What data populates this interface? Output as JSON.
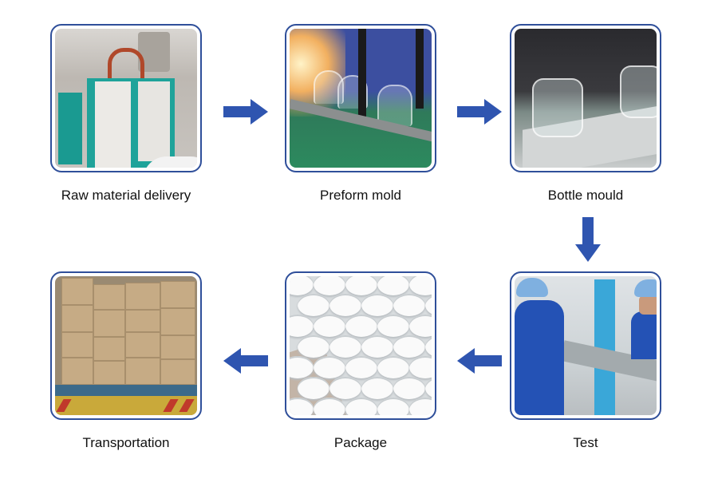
{
  "diagram": {
    "title": "",
    "flow_direction": "clockwise",
    "arrow_color": "#2f55b0",
    "frame_border_color": "#2f4f9a",
    "steps": [
      {
        "order": 1,
        "label": "Raw material delivery",
        "image": "drying and conveying machines"
      },
      {
        "order": 2,
        "label": "Preform mold",
        "image": "preforms on conveyor with heaters"
      },
      {
        "order": 3,
        "label": "Bottle mould",
        "image": "clear plastic jars on conveyor"
      },
      {
        "order": 4,
        "label": "Test",
        "image": "workers inspecting bottles on line"
      },
      {
        "order": 5,
        "label": "Package",
        "image": "white caps packed in box"
      },
      {
        "order": 6,
        "label": "Transportation",
        "image": "cartons loaded in truck container"
      }
    ],
    "arrows": [
      {
        "from": "Raw material delivery",
        "to": "Preform mold",
        "direction": "right"
      },
      {
        "from": "Preform mold",
        "to": "Bottle mould",
        "direction": "right"
      },
      {
        "from": "Bottle mould",
        "to": "Test",
        "direction": "down"
      },
      {
        "from": "Test",
        "to": "Package",
        "direction": "left"
      },
      {
        "from": "Package",
        "to": "Transportation",
        "direction": "left"
      }
    ]
  }
}
